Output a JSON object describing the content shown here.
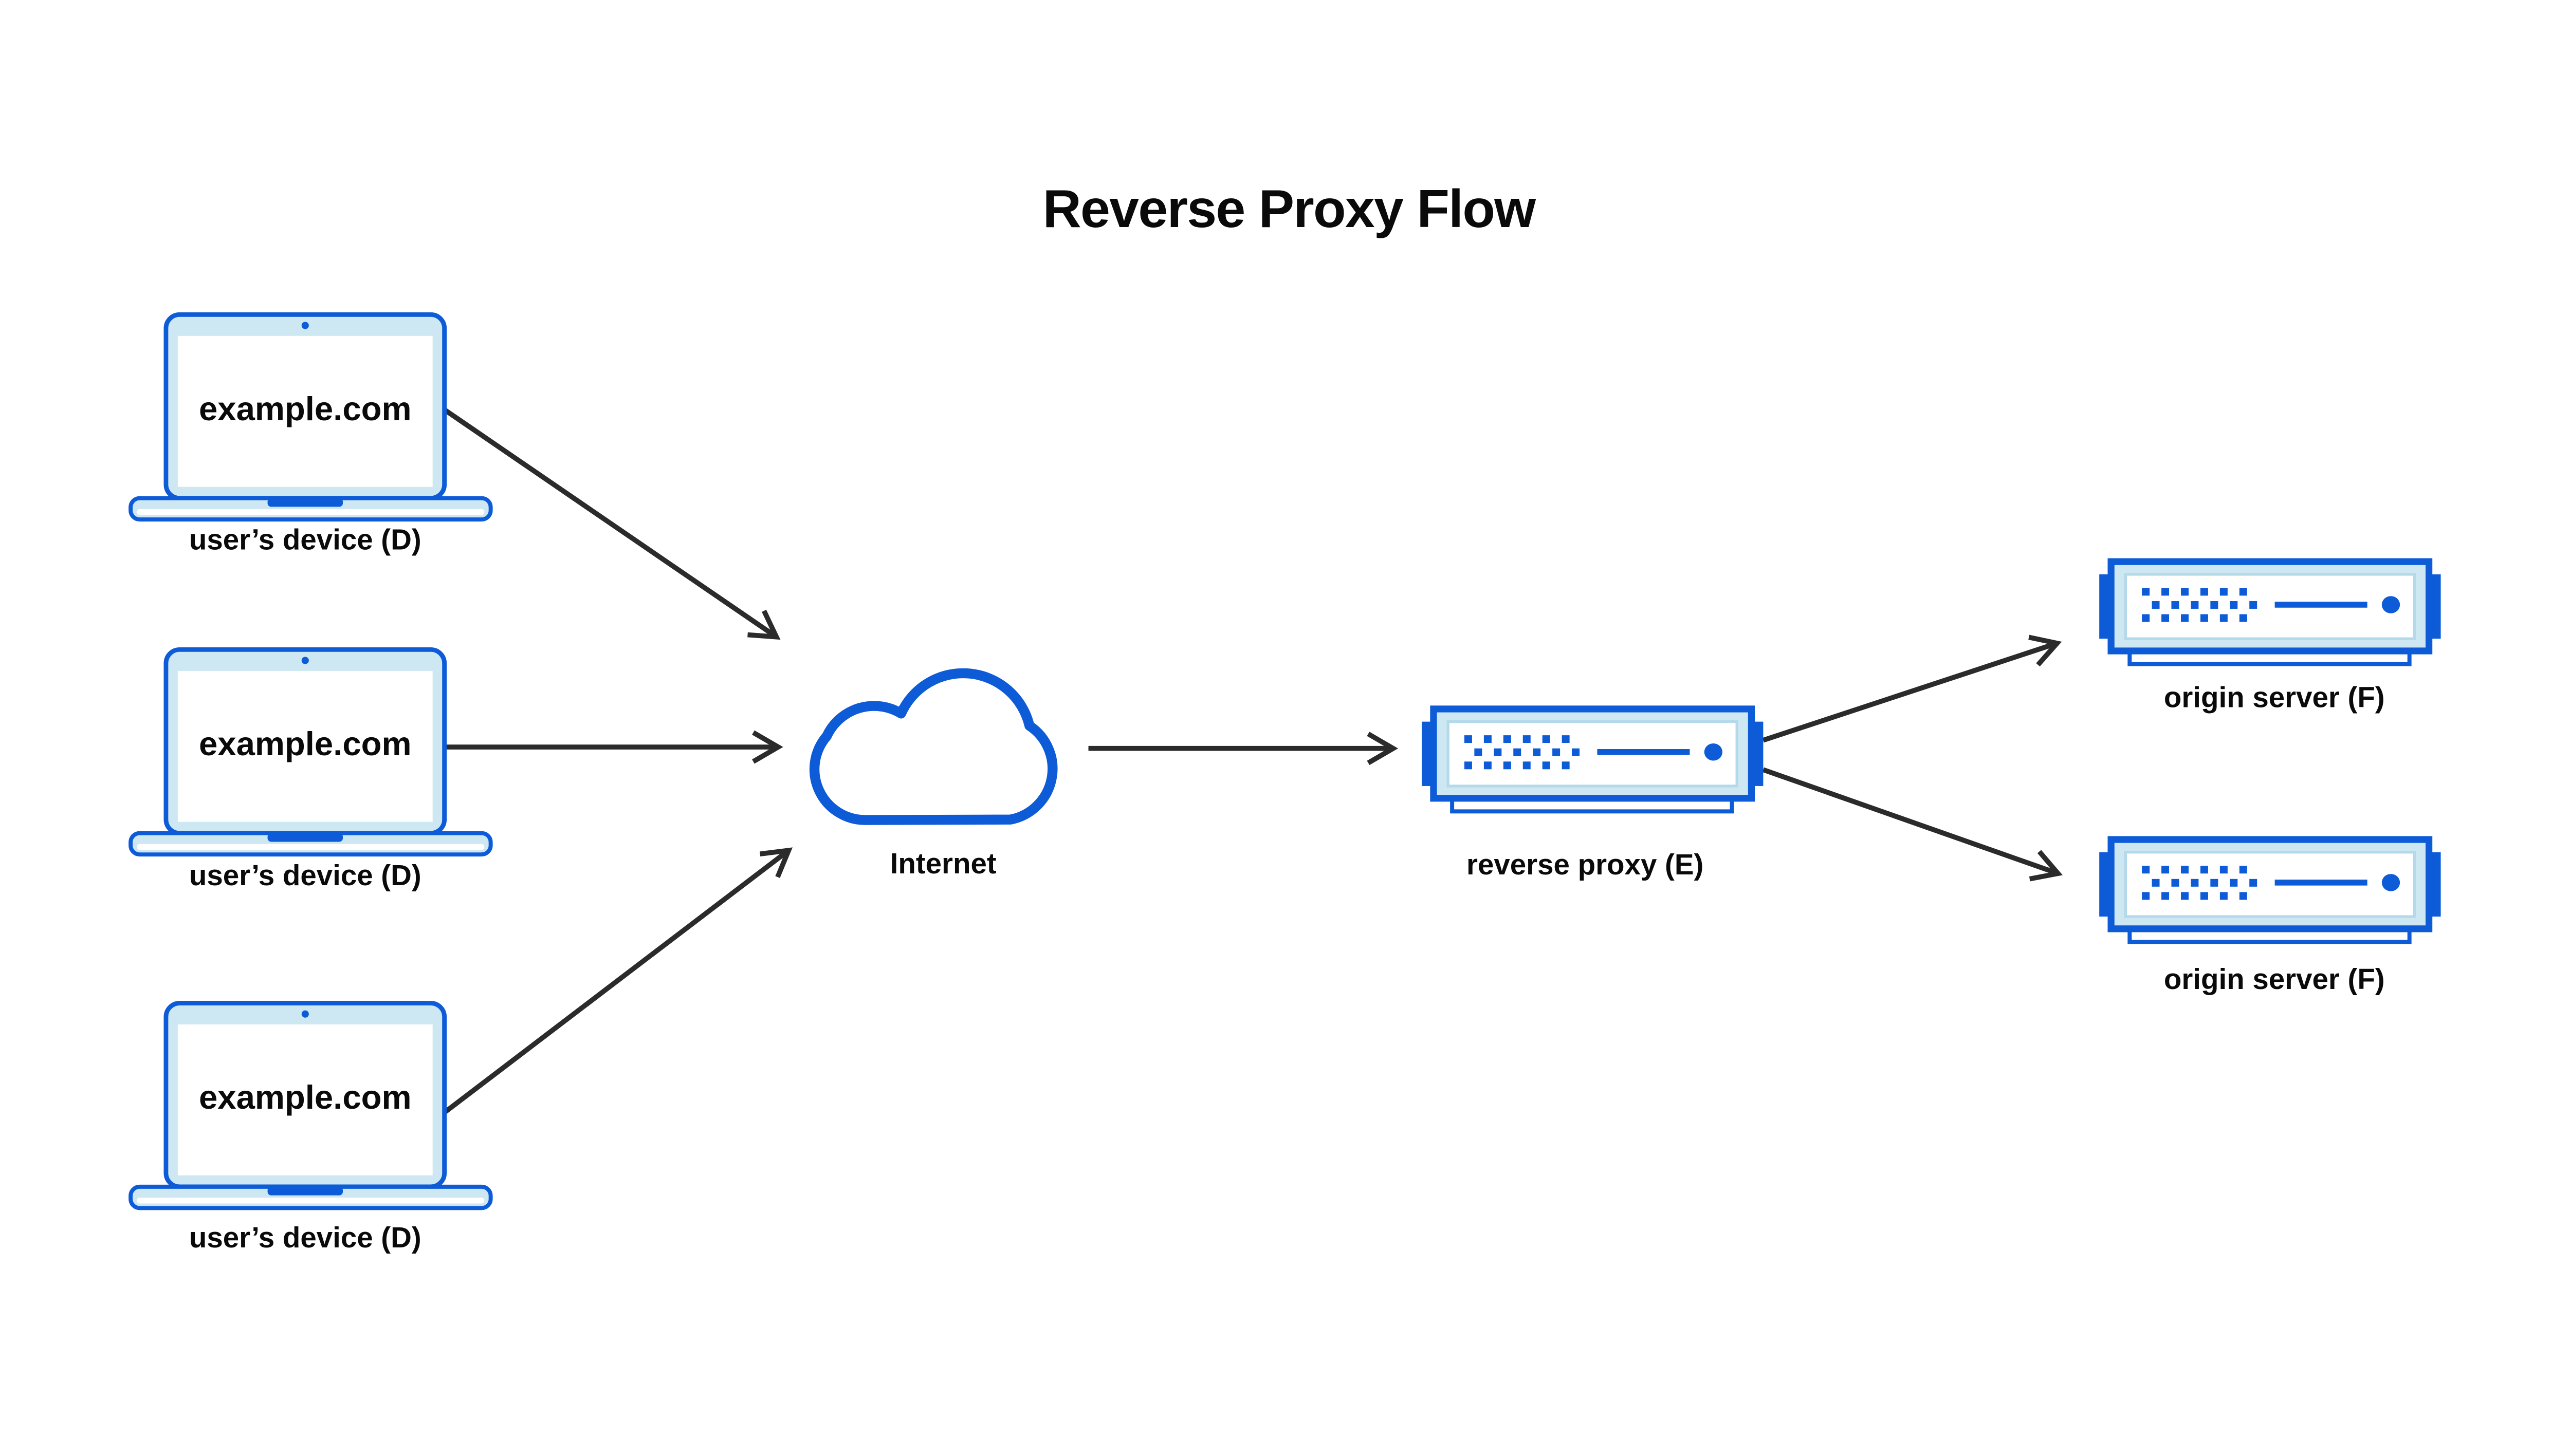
{
  "title": "Reverse Proxy Flow",
  "colors": {
    "blue": "#0d5bd7",
    "light-blue": "#cde7f3",
    "pale-border": "#b3d9ea",
    "arrow": "#2b2b2b",
    "text": "#0a0a0a",
    "background": "#ffffff"
  },
  "nodes": {
    "devices": [
      {
        "screen_text": "example.com",
        "label": "user’s device (D)"
      },
      {
        "screen_text": "example.com",
        "label": "user’s device (D)"
      },
      {
        "screen_text": "example.com",
        "label": "user’s device (D)"
      }
    ],
    "internet": {
      "label": "Internet"
    },
    "proxy": {
      "label": "reverse proxy (E)"
    },
    "origins": [
      {
        "label": "origin server (F)"
      },
      {
        "label": "origin server (F)"
      }
    ]
  }
}
